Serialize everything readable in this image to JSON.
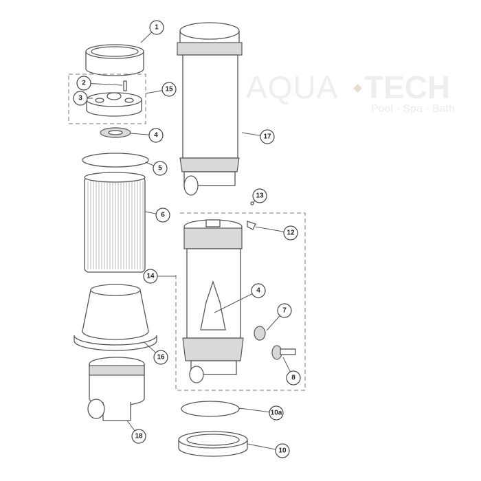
{
  "watermark": {
    "brand_left": "AQUA",
    "brand_right": "TECH",
    "tagline": "Pool · Spa · Bath",
    "accent_color": "#e6ddd0"
  },
  "callouts": [
    {
      "label": "1"
    },
    {
      "label": "2"
    },
    {
      "label": "3"
    },
    {
      "label": "15"
    },
    {
      "label": "4"
    },
    {
      "label": "5"
    },
    {
      "label": "6"
    },
    {
      "label": "17"
    },
    {
      "label": "13"
    },
    {
      "label": "12"
    },
    {
      "label": "14"
    },
    {
      "label": "4"
    },
    {
      "label": "7"
    },
    {
      "label": "16"
    },
    {
      "label": "8"
    },
    {
      "label": "10a"
    },
    {
      "label": "10"
    },
    {
      "label": "18"
    }
  ]
}
